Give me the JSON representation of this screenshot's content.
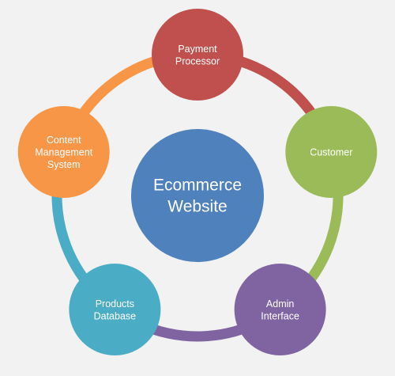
{
  "center": {
    "lines": [
      "Ecommerce",
      "Website"
    ],
    "color": "#4f81bd"
  },
  "nodes": [
    {
      "id": "payment-processor",
      "lines": [
        "Payment",
        "Processor"
      ],
      "color": "#c0504d"
    },
    {
      "id": "customer",
      "lines": [
        "Customer"
      ],
      "color": "#9bbb59"
    },
    {
      "id": "admin-interface",
      "lines": [
        "Admin",
        "Interface"
      ],
      "color": "#8064a2"
    },
    {
      "id": "products-database",
      "lines": [
        "Products",
        "Database"
      ],
      "color": "#4bacc6"
    },
    {
      "id": "content-management-system",
      "lines": [
        "Content",
        "Management",
        "System"
      ],
      "color": "#f79646"
    }
  ],
  "connectors": [
    {
      "from": "payment-processor",
      "to": "customer",
      "color": "#c0504d"
    },
    {
      "from": "customer",
      "to": "admin-interface",
      "color": "#9bbb59"
    },
    {
      "from": "admin-interface",
      "to": "products-database",
      "color": "#8064a2"
    },
    {
      "from": "products-database",
      "to": "content-management-system",
      "color": "#4bacc6"
    },
    {
      "from": "content-management-system",
      "to": "payment-processor",
      "color": "#f79646"
    }
  ]
}
